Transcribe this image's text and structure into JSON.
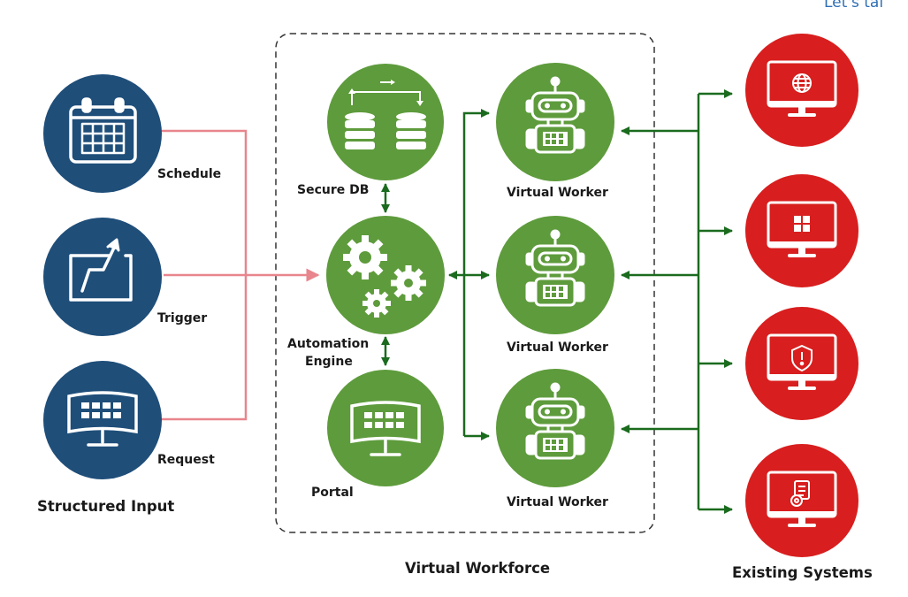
{
  "top_right_text": "Let's tal",
  "inputs": {
    "items": [
      {
        "label": "Schedule",
        "icon": "calendar-icon"
      },
      {
        "label": "Trigger",
        "icon": "trigger-chart-icon"
      },
      {
        "label": "Request",
        "icon": "monitor-icon"
      }
    ],
    "section_label": "Structured Input"
  },
  "workforce": {
    "secure_db": "Secure DB",
    "engine_line1": "Automation",
    "engine_line2": "Engine",
    "portal": "Portal",
    "workers": [
      "Virtual Worker",
      "Virtual Worker",
      "Virtual Worker"
    ],
    "section_label": "Virtual Workforce"
  },
  "systems": {
    "icons": [
      "globe-monitor-icon",
      "windows-monitor-icon",
      "shield-monitor-icon",
      "gear-monitor-icon"
    ],
    "section_label": "Existing Systems"
  },
  "colors": {
    "input_blue": "#1f4e79",
    "workforce_green": "#5e9b3c",
    "system_red": "#d81e1e",
    "arrow_green": "#1a6b1e",
    "input_line_pink": "#e8858d",
    "top_link_blue": "#2f6fb5"
  }
}
